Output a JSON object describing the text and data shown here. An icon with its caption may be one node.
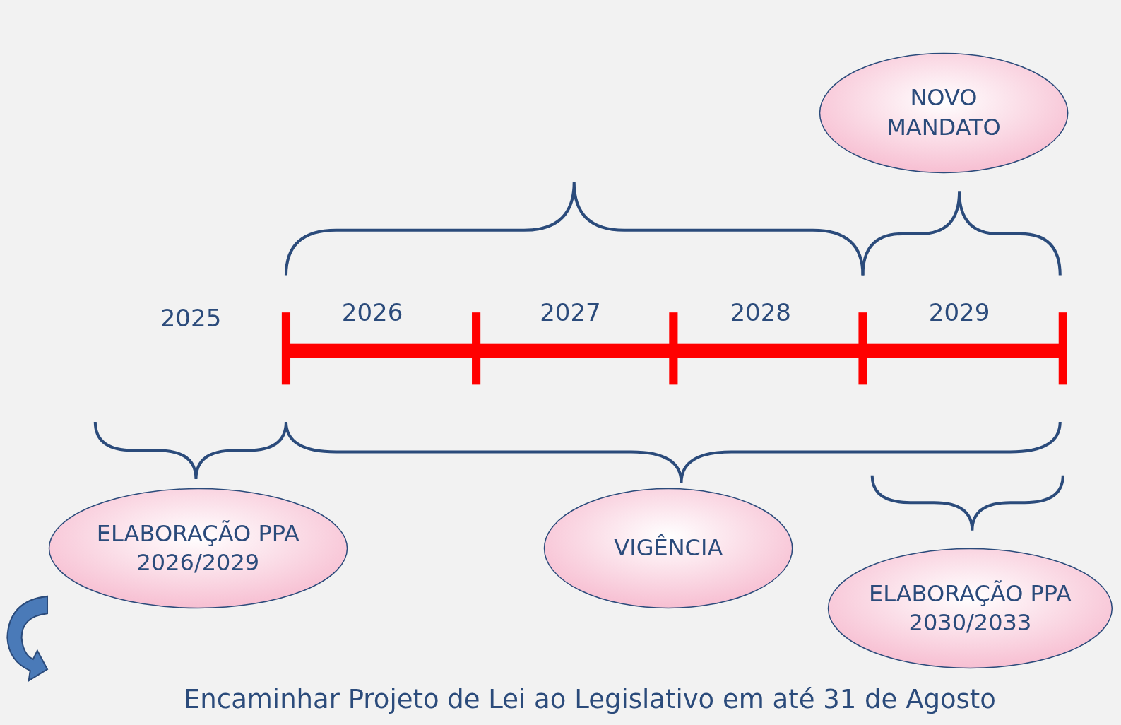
{
  "diagram": {
    "nodes": [
      {
        "text": [
          "NOVO MANDATO"
        ]
      },
      {
        "text": [
          "ELABORAÇÃO PPA 2026/2029"
        ]
      },
      {
        "text": [
          "VIGÊNCIA"
        ]
      },
      {
        "text": [
          "ELABORAÇÃO PPA 2030/2033"
        ]
      }
    ],
    "edges": [],
    "labels": [
      "2025",
      "2026",
      "2027",
      "2028",
      "2029",
      "Encaminhar Projeto de Lei ao Legislativo em até 31 de Agosto"
    ]
  }
}
